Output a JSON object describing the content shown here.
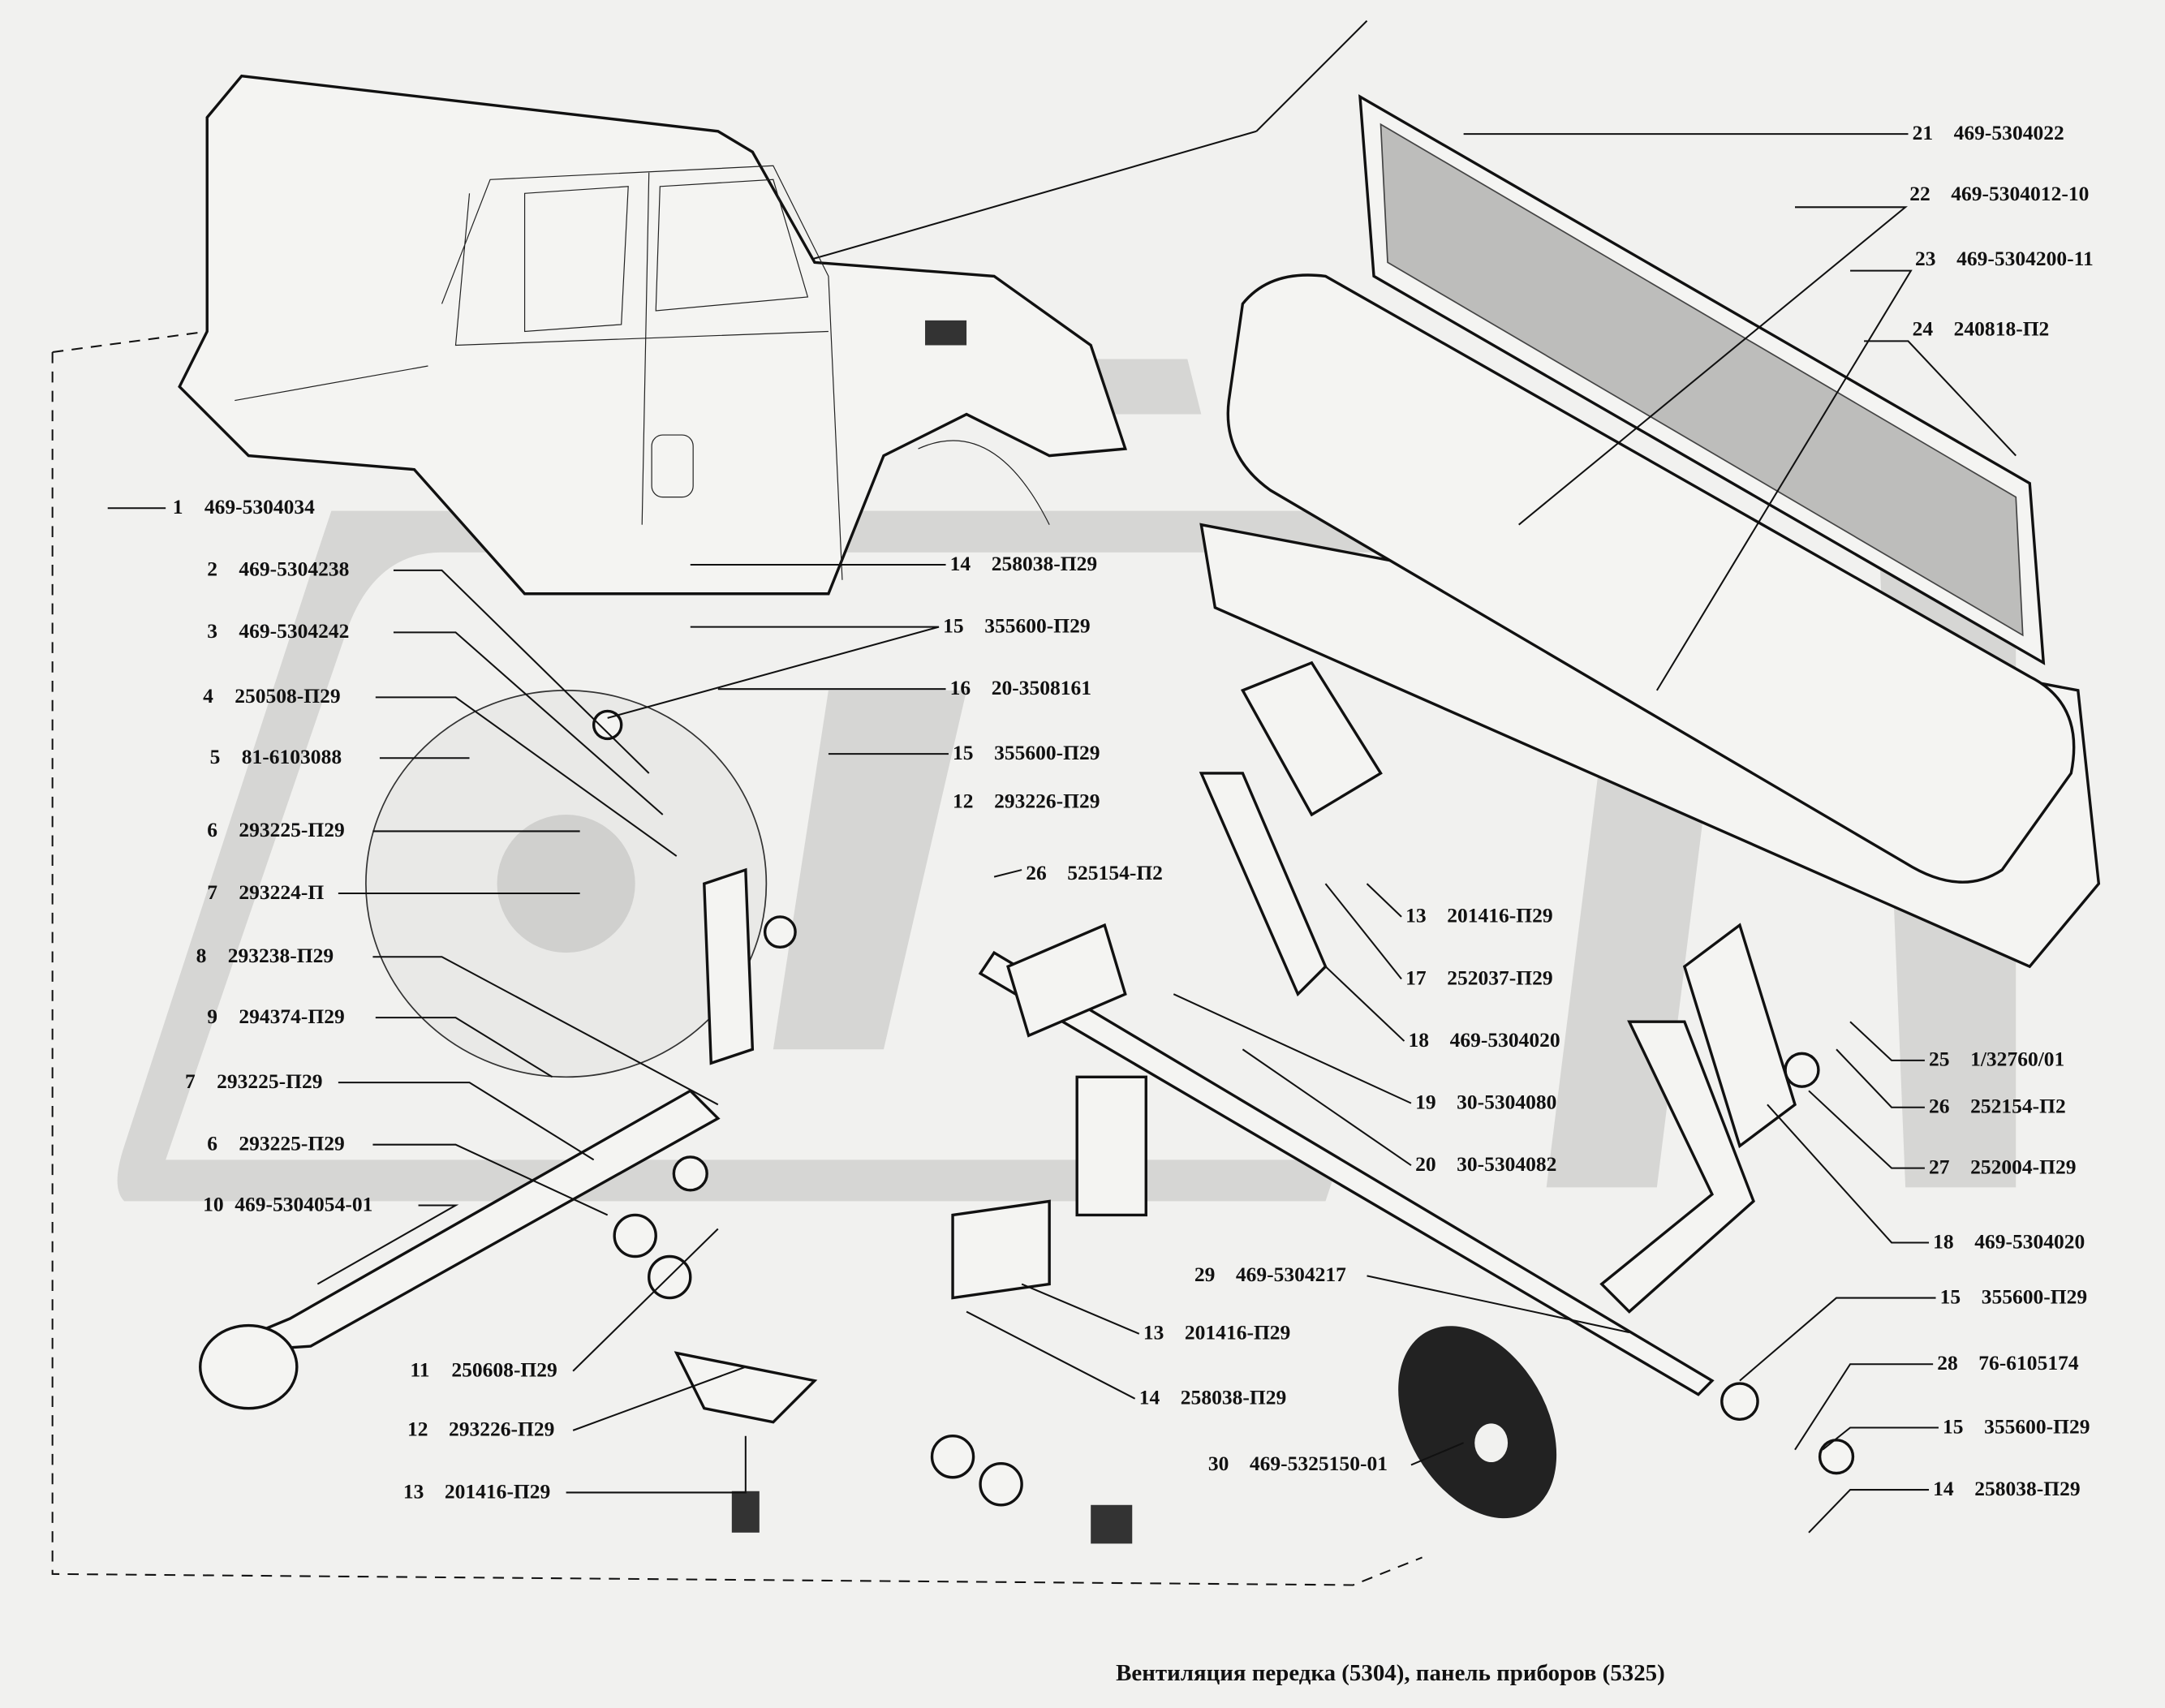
{
  "diagram": {
    "title": "Вентиляция передка (5304), панель приборов (5325)",
    "parts": [
      {
        "num": "1",
        "code": "469-5304034"
      },
      {
        "num": "2",
        "code": "469-5304238"
      },
      {
        "num": "3",
        "code": "469-5304242"
      },
      {
        "num": "4",
        "code": "250508-П29"
      },
      {
        "num": "5",
        "code": "81-6103088"
      },
      {
        "num": "6",
        "code": "293225-П29"
      },
      {
        "num": "7",
        "code": "293224-П"
      },
      {
        "num": "8",
        "code": "293238-П29"
      },
      {
        "num": "9",
        "code": "294374-П29"
      },
      {
        "num": "7",
        "code": "293225-П29"
      },
      {
        "num": "6",
        "code": "293225-П29"
      },
      {
        "num": "10",
        "code": "469-5304054-01"
      },
      {
        "num": "14",
        "code": "258038-П29"
      },
      {
        "num": "15",
        "code": "355600-П29"
      },
      {
        "num": "16",
        "code": "20-3508161"
      },
      {
        "num": "15",
        "code": "355600-П29"
      },
      {
        "num": "12",
        "code": "293226-П29"
      },
      {
        "num": "26",
        "code": "525154-П2"
      },
      {
        "num": "13",
        "code": "201416-П29"
      },
      {
        "num": "17",
        "code": "252037-П29"
      },
      {
        "num": "18",
        "code": "469-5304020"
      },
      {
        "num": "19",
        "code": "30-5304080"
      },
      {
        "num": "20",
        "code": "30-5304082"
      },
      {
        "num": "29",
        "code": "469-5304217"
      },
      {
        "num": "13",
        "code": "201416-П29"
      },
      {
        "num": "14",
        "code": "258038-П29"
      },
      {
        "num": "11",
        "code": "250608-П29"
      },
      {
        "num": "12",
        "code": "293226-П29"
      },
      {
        "num": "13",
        "code": "201416-П29"
      },
      {
        "num": "30",
        "code": "469-5325150-01"
      },
      {
        "num": "21",
        "code": "469-5304022"
      },
      {
        "num": "22",
        "code": "469-5304012-10"
      },
      {
        "num": "23",
        "code": "469-5304200-11"
      },
      {
        "num": "24",
        "code": "240818-П2"
      },
      {
        "num": "25",
        "code": "1/32760/01"
      },
      {
        "num": "26",
        "code": "252154-П2"
      },
      {
        "num": "27",
        "code": "252004-П29"
      },
      {
        "num": "18",
        "code": "469-5304020"
      },
      {
        "num": "15",
        "code": "355600-П29"
      },
      {
        "num": "28",
        "code": "76-6105174"
      },
      {
        "num": "15",
        "code": "355600-П29"
      },
      {
        "num": "14",
        "code": "258038-П29"
      }
    ]
  }
}
